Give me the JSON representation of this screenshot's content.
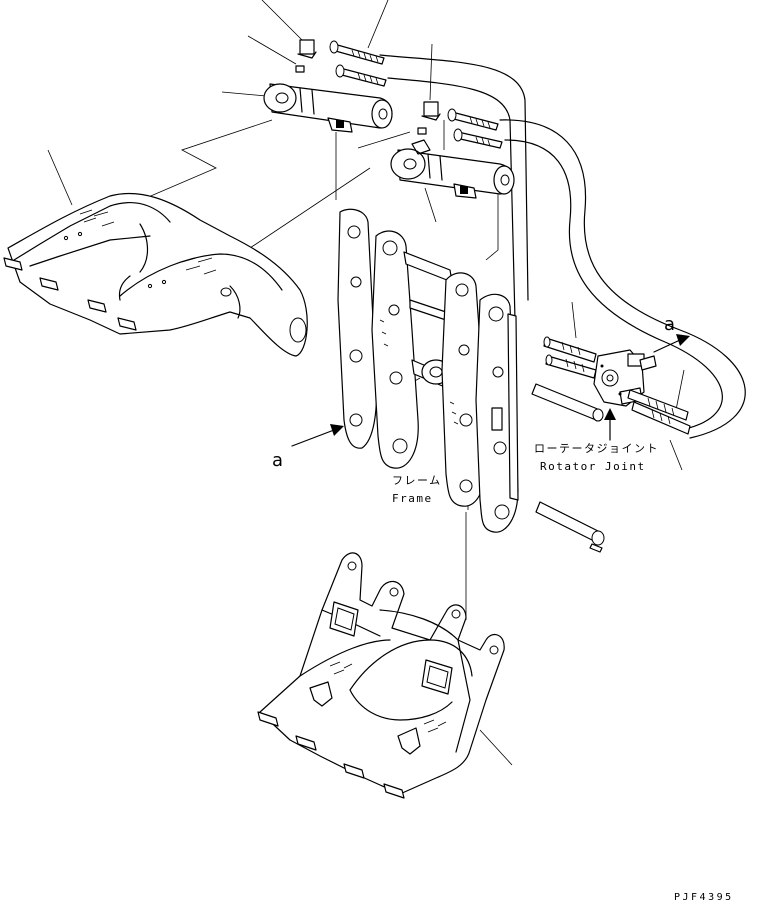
{
  "labels": {
    "frame_jp": "フレーム",
    "frame_en": "Frame",
    "rotator_jp": "ローテータジョイント",
    "rotator_en": "Rotator Joint",
    "view_a_left": "a",
    "view_a_right": "a",
    "drawing_code": "PJF4395"
  }
}
